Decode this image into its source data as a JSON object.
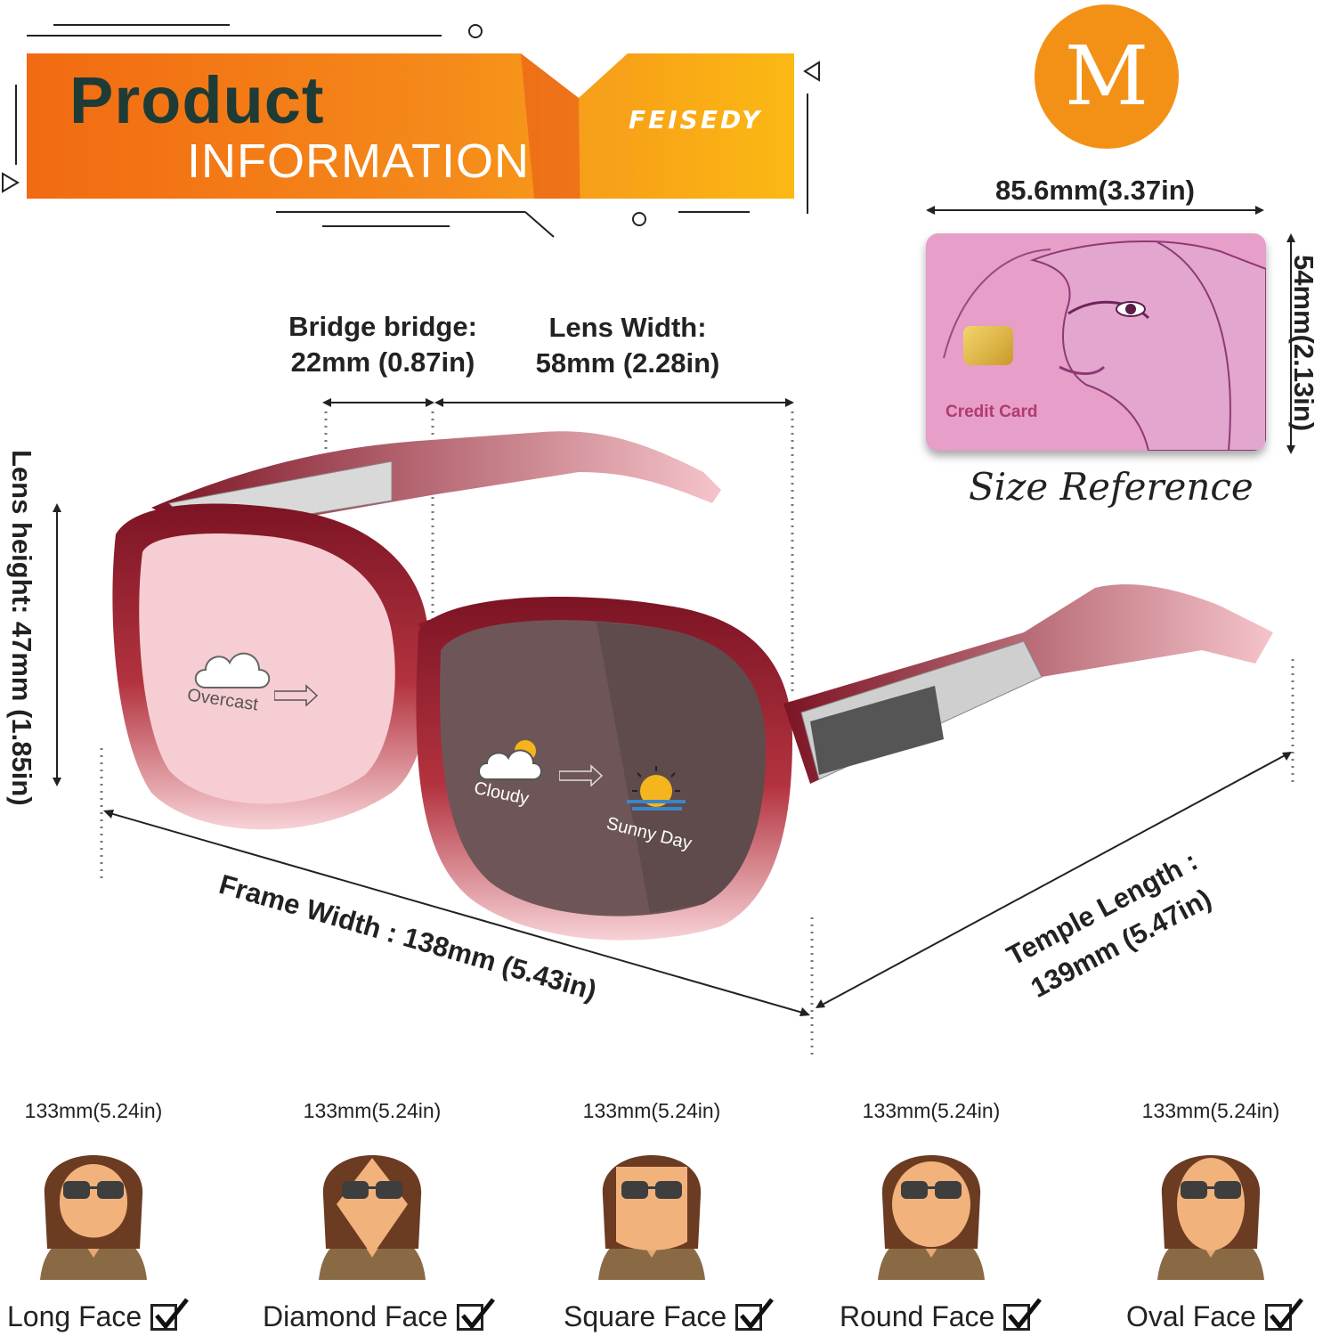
{
  "header": {
    "title": "Product",
    "subtitle": "INFORMATION",
    "brand": "FEISEDY",
    "size_badge": "M"
  },
  "dimensions": {
    "bridge_label": "Bridge bridge:",
    "bridge_value": "22mm (0.87in)",
    "lens_width_label": "Lens Width:",
    "lens_width_value": "58mm (2.28in)",
    "lens_height": "Lens height: 47mm (1.85in)",
    "frame_width": "Frame Width : 138mm (5.43in)",
    "temple_length_label": "Temple Length :",
    "temple_length_value": "139mm (5.47in)"
  },
  "size_reference": {
    "card_width": "85.6mm(3.37in)",
    "card_height": "54mm(2.13in)",
    "card_label": "Credit Card",
    "caption": "Size Reference"
  },
  "weather": {
    "overcast": "Overcast",
    "cloudy": "Cloudy",
    "sunny": "Sunny Day"
  },
  "faces": [
    {
      "measure": "133mm(5.24in)",
      "label": "Long Face"
    },
    {
      "measure": "133mm(5.24in)",
      "label": "Diamond Face"
    },
    {
      "measure": "133mm(5.24in)",
      "label": "Square Face"
    },
    {
      "measure": "133mm(5.24in)",
      "label": "Round Face"
    },
    {
      "measure": "133mm(5.24in)",
      "label": "Oval Face"
    }
  ],
  "colors": {
    "banner_orange": "#f7931e",
    "frame_red": "#8e1a28",
    "lens_pink": "#f3c6c9",
    "card_pink": "#e79ec9"
  }
}
